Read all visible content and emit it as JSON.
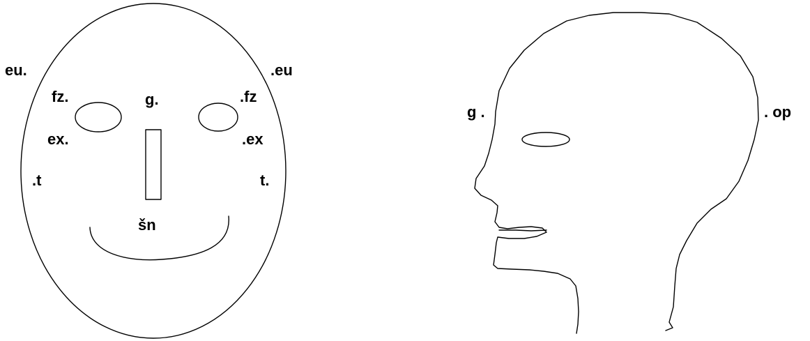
{
  "front_view": {
    "labels": {
      "eu_left": "eu.",
      "eu_right": ".eu",
      "fz_left": "fz.",
      "fz_right": ".fz",
      "glabella": "g.",
      "ex_left": "ex.",
      "ex_right": ".ex",
      "t_left": ".t",
      "t_right": "t.",
      "subnasale": "šn"
    }
  },
  "side_view": {
    "labels": {
      "glabella": "g .",
      "opisthocranion": ". op"
    }
  },
  "colors": {
    "line": "#000000",
    "background": "#ffffff"
  }
}
